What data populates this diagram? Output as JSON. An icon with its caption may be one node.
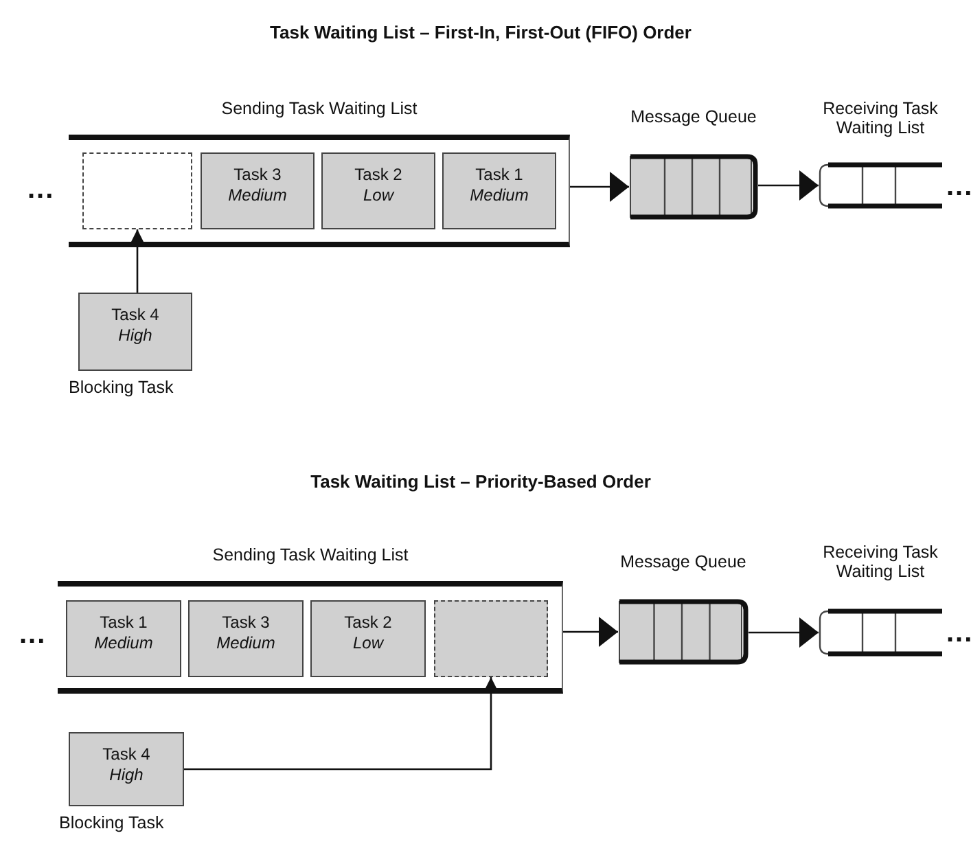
{
  "diagram": {
    "title": "Task Waiting List – First-In, First-Out (FIFO) Order",
    "nodes": [
      {
        "text": [
          "Sending Task Waiting List"
        ]
      },
      {
        "text": [],
        "shape": "box",
        "in": 0
      },
      {
        "text": [
          "Task 3",
          "Medium"
        ],
        "in": 0
      },
      {
        "text": [
          "Task 2",
          "Low"
        ],
        "in": 0
      },
      {
        "text": [
          "Task 1",
          "Medium"
        ],
        "in": 0
      },
      {
        "text": [
          "Message Queue"
        ]
      },
      {
        "text": [
          "Receiving Task Waiting List"
        ]
      },
      {
        "text": [
          "Task 4",
          "High"
        ],
        "beside": [
          "Blocking Task"
        ]
      },
      {
        "text": [
          "Sending Task Waiting List"
        ]
      },
      {
        "text": [
          "Task 1",
          "Medium"
        ],
        "in": 8
      },
      {
        "text": [
          "Task 3",
          "Medium"
        ],
        "in": 8
      },
      {
        "text": [
          "Task 2",
          "Low"
        ],
        "in": 8
      },
      {
        "text": [],
        "shape": "box",
        "in": 8
      },
      {
        "text": [
          "Message Queue"
        ]
      },
      {
        "text": [
          "Receiving Task Waiting List"
        ]
      },
      {
        "text": [
          "Task 4",
          "High"
        ],
        "beside": [
          "Blocking Task"
        ]
      }
    ],
    "edges": [
      {
        "from": 0,
        "to": 5,
        "arrow": "to"
      },
      {
        "from": 5,
        "to": 6,
        "arrow": "to"
      },
      {
        "from": 7,
        "to": 1,
        "arrow": "to"
      },
      {
        "from": 8,
        "to": 13,
        "arrow": "to"
      },
      {
        "from": 13,
        "to": 14,
        "arrow": "to"
      },
      {
        "from": 15,
        "to": 12,
        "arrow": "to"
      }
    ],
    "labels": [
      "...",
      "...",
      "Task Waiting List – Priority-Based Order",
      "...",
      "..."
    ]
  }
}
